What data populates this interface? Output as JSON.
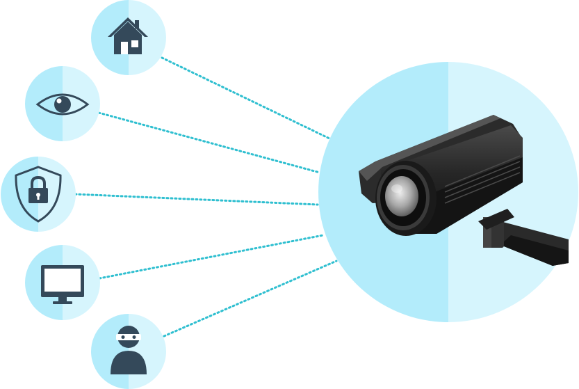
{
  "diagram": {
    "colors": {
      "circle_left_half": "#b3ecfb",
      "circle_right_half": "#d6f5fd",
      "connector": "#2fbfd0",
      "icon": "#34495a",
      "icon_light": "#ffffff",
      "camera_dark": "#1b1b1b",
      "camera_mid": "#3a3a3a"
    },
    "hub": {
      "icon": "security-camera-icon"
    },
    "nodes": [
      {
        "id": "home",
        "icon": "house-icon"
      },
      {
        "id": "eye",
        "icon": "eye-icon"
      },
      {
        "id": "shield",
        "icon": "shield-lock-icon"
      },
      {
        "id": "monitor",
        "icon": "monitor-icon"
      },
      {
        "id": "intruder",
        "icon": "masked-person-icon"
      }
    ]
  }
}
